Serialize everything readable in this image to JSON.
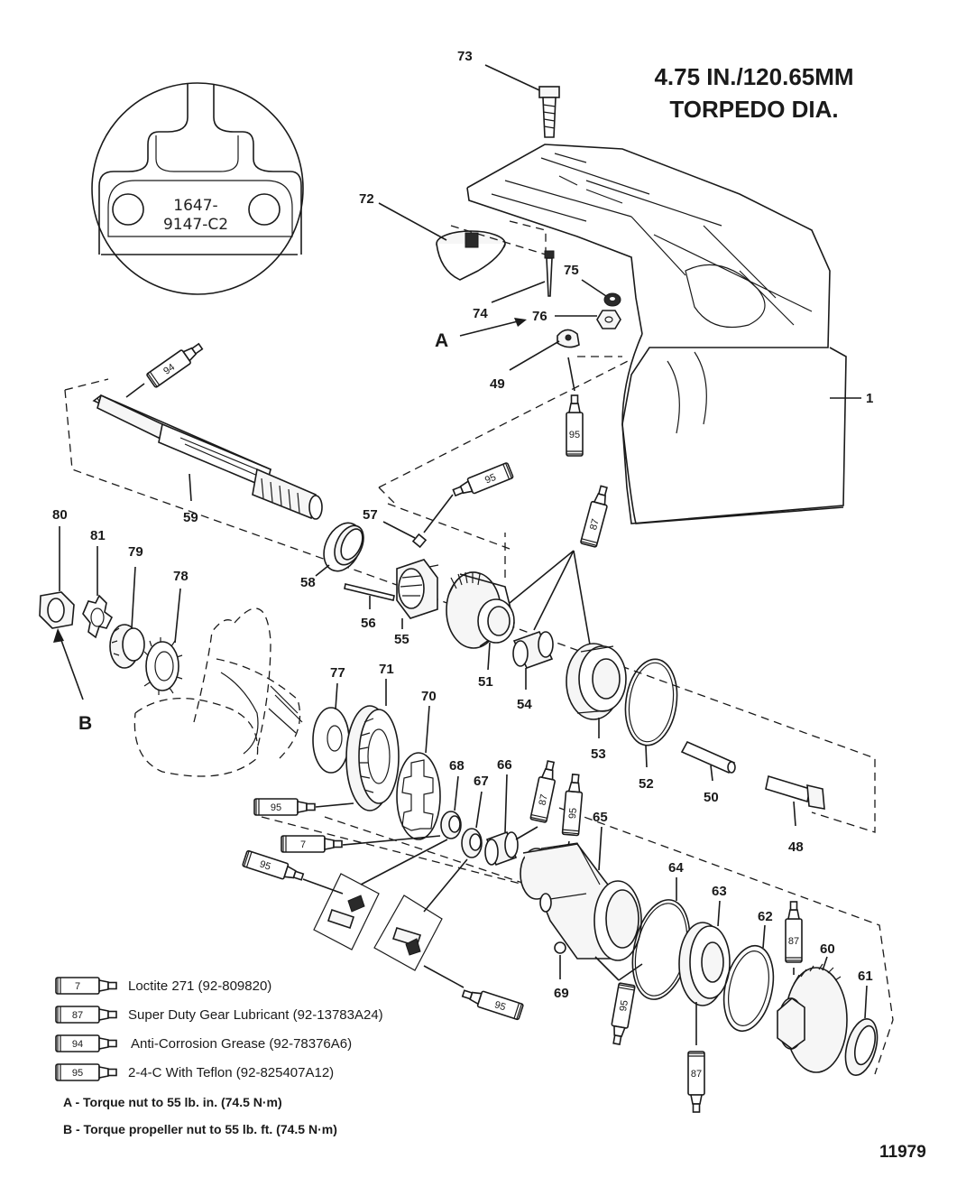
{
  "title": {
    "line1": "4.75 IN./120.65MM",
    "line2": "TORPEDO DIA."
  },
  "inset": {
    "line1": "1647-",
    "line2": "9147-C2"
  },
  "letters": {
    "a": "A",
    "b": "B"
  },
  "parts": {
    "p1": "1",
    "p48": "48",
    "p49": "49",
    "p50": "50",
    "p51": "51",
    "p52": "52",
    "p53": "53",
    "p54": "54",
    "p55": "55",
    "p56": "56",
    "p57": "57",
    "p58": "58",
    "p59": "59",
    "p60": "60",
    "p61": "61",
    "p62": "62",
    "p63": "63",
    "p64": "64",
    "p65": "65",
    "p66": "66",
    "p67": "67",
    "p68": "68",
    "p69": "69",
    "p70": "70",
    "p71": "71",
    "p72": "72",
    "p73": "73",
    "p74": "74",
    "p75": "75",
    "p76": "76",
    "p77": "77",
    "p78": "78",
    "p79": "79",
    "p80": "80",
    "p81": "81"
  },
  "tubes": {
    "t7": "7",
    "t87": "87",
    "t94": "94",
    "t95": "95"
  },
  "legend": [
    {
      "code": "7",
      "text": "Loctite 271 (92-809820)"
    },
    {
      "code": "87",
      "text": "Super Duty Gear Lubricant (92-13783A24)"
    },
    {
      "code": "94",
      "text": "Anti-Corrosion Grease (92-78376A6)"
    },
    {
      "code": "95",
      "text": "2-4-C  With Teflon (92-825407A12)"
    }
  ],
  "notes": {
    "a": "A - Torque nut to 55 lb. in. (74.5 N·m)",
    "b": "B - Torque propeller nut to 55 lb. ft. (74.5 N·m)"
  },
  "figure_number": "11979"
}
